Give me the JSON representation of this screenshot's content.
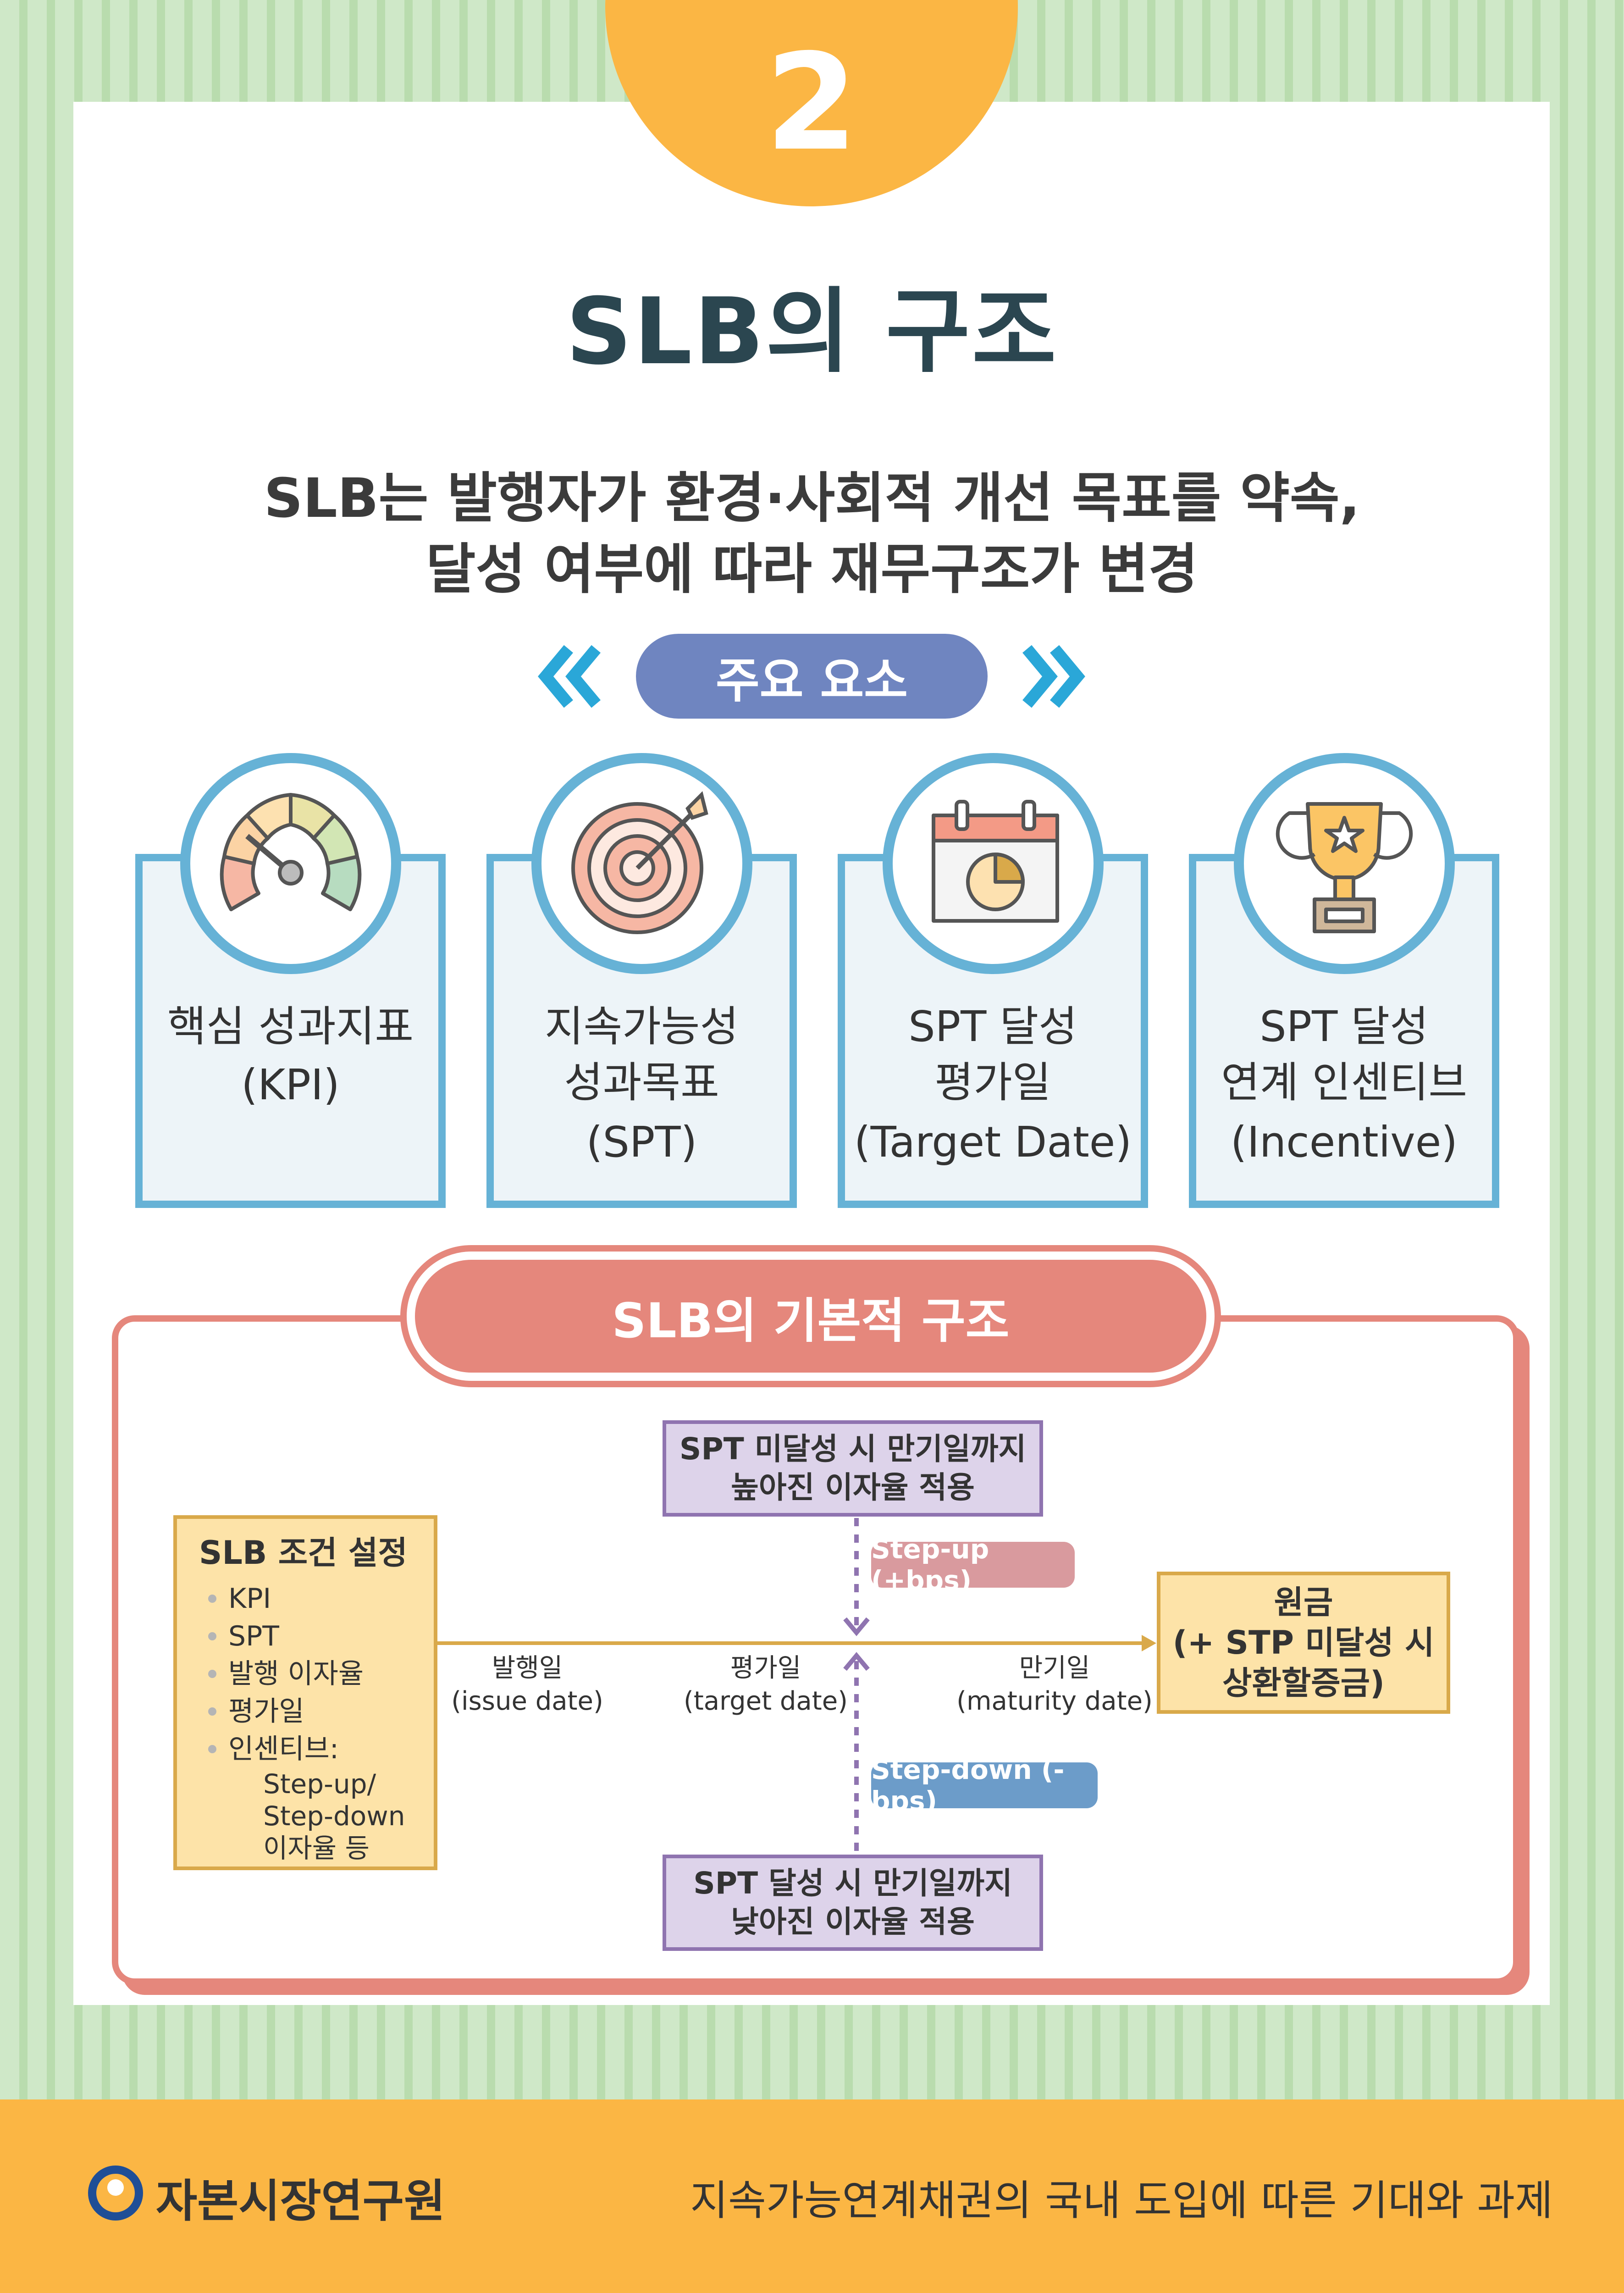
{
  "badge_number": "2",
  "title": "SLB의 구조",
  "subtitle": {
    "line1": "SLB는 발행자가 환경·사회적 개선 목표를 약속,",
    "line2": "달성 여부에 따라 재무구조가 변경"
  },
  "key_elements": {
    "label": "주요 요소",
    "items": [
      {
        "icon": "gauge-icon",
        "line1": "핵심 성과지표",
        "line2": "(KPI)",
        "line3": ""
      },
      {
        "icon": "target-icon",
        "line1": "지속가능성",
        "line2": "성과목표",
        "line3": "(SPT)"
      },
      {
        "icon": "calendar-icon",
        "line1": "SPT 달성",
        "line2": "평가일",
        "line3": "(Target Date)"
      },
      {
        "icon": "trophy-icon",
        "line1": "SPT 달성",
        "line2": "연계 인센티브",
        "line3": "(Incentive)"
      }
    ]
  },
  "structure": {
    "title": "SLB의 기본적 구조",
    "conditions": {
      "title": "SLB 조건 설정",
      "items": [
        "KPI",
        "SPT",
        "발행 이자율",
        "평가일",
        "인센티브:"
      ],
      "sub": [
        "Step-up/",
        "Step-down",
        "이자율 등"
      ]
    },
    "upper_box": {
      "line1": "SPT 미달성 시 만기일까지",
      "line2": "높아진 이자율 적용"
    },
    "lower_box": {
      "line1": "SPT 달성 시 만기일까지",
      "line2": "낮아진 이자율 적용"
    },
    "step_up": "Step-up (+bps)",
    "step_down": "Step-down (-bps)",
    "dates": [
      {
        "ko": "발행일",
        "en": "(issue date)"
      },
      {
        "ko": "평가일",
        "en": "(target date)"
      },
      {
        "ko": "만기일",
        "en": "(maturity date)"
      }
    ],
    "principal": {
      "line1": "원금",
      "line2": "(+ STP 미달성 시",
      "line3": "상환할증금)"
    }
  },
  "footer": {
    "org": "자본시장연구원",
    "report_title": "지속가능연계채권의 국내 도입에 따른 기대와 과제"
  },
  "colors": {
    "orange": "#fbb644",
    "blue": "#66b2d6",
    "salmon": "#e5877c",
    "purple": "#8f74b0",
    "pill": "#6f85c0"
  }
}
